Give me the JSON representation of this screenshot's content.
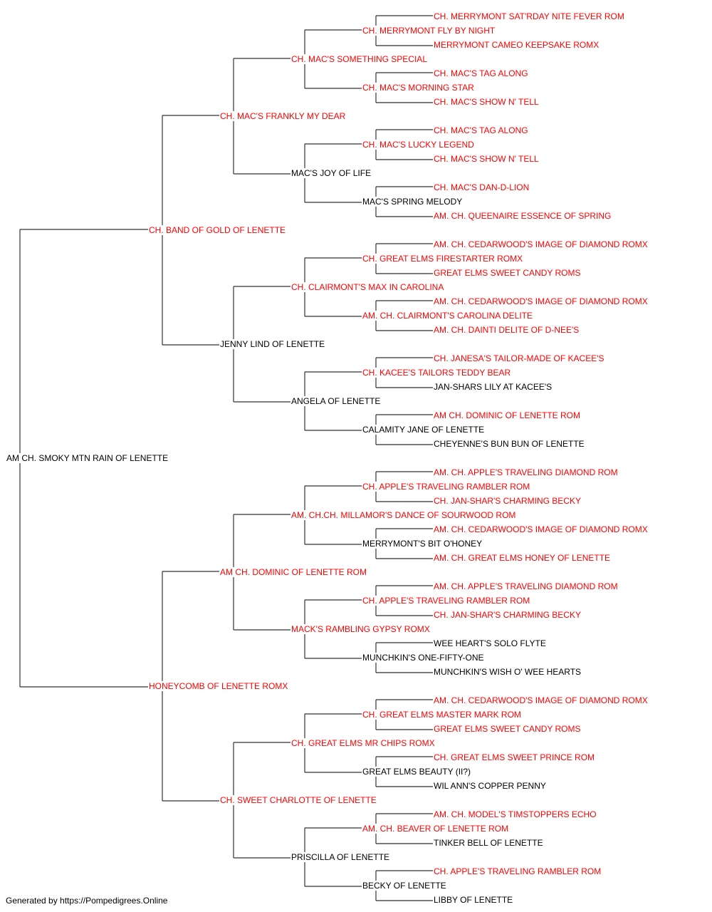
{
  "colors": {
    "champion": "#ff0000",
    "non_champion": "#000000",
    "line": "#333333"
  },
  "footer": "Generated by https://Pompedigrees.Online",
  "dogs": {
    "g0": {
      "name": "AM CH. SMOKY MTN RAIN OF LENETTE",
      "ch": false
    },
    "g1_0": {
      "name": "CH. BAND OF GOLD OF LENETTE",
      "ch": true
    },
    "g1_1": {
      "name": "HONEYCOMB OF LENETTE ROMX",
      "ch": true
    },
    "g2_0": {
      "name": "CH. MAC'S FRANKLY MY DEAR",
      "ch": true
    },
    "g2_1": {
      "name": "JENNY LIND OF LENETTE",
      "ch": false
    },
    "g2_2": {
      "name": "AM CH. DOMINIC OF LENETTE ROM",
      "ch": true
    },
    "g2_3": {
      "name": "CH. SWEET CHARLOTTE OF LENETTE",
      "ch": true
    },
    "g3_0": {
      "name": "CH. MAC'S SOMETHING SPECIAL",
      "ch": true
    },
    "g3_1": {
      "name": "MAC'S JOY OF LIFE",
      "ch": false
    },
    "g3_2": {
      "name": "CH. CLAIRMONT'S MAX IN CAROLINA",
      "ch": true
    },
    "g3_3": {
      "name": "ANGELA OF LENETTE",
      "ch": false
    },
    "g3_4": {
      "name": "AM. CH.CH. MILLAMOR'S DANCE OF SOURWOOD ROM",
      "ch": true
    },
    "g3_5": {
      "name": "MACK'S RAMBLING GYPSY ROMX",
      "ch": true
    },
    "g3_6": {
      "name": "CH. GREAT ELMS MR CHIPS ROMX",
      "ch": true
    },
    "g3_7": {
      "name": "PRISCILLA OF LENETTE",
      "ch": false
    },
    "g4_0": {
      "name": "CH. MERRYMONT FLY BY NIGHT",
      "ch": true
    },
    "g4_1": {
      "name": "CH. MAC'S MORNING STAR",
      "ch": true
    },
    "g4_2": {
      "name": "CH. MAC'S LUCKY LEGEND",
      "ch": true
    },
    "g4_3": {
      "name": "MAC'S SPRING MELODY",
      "ch": false
    },
    "g4_4": {
      "name": "CH. GREAT ELMS FIRESTARTER ROMX",
      "ch": true
    },
    "g4_5": {
      "name": "AM. CH. CLAIRMONT'S CAROLINA DELITE",
      "ch": true
    },
    "g4_6": {
      "name": "CH. KACEE'S TAILORS TEDDY BEAR",
      "ch": true
    },
    "g4_7": {
      "name": "CALAMITY JANE OF LENETTE",
      "ch": false
    },
    "g4_8": {
      "name": "CH. APPLE'S TRAVELING RAMBLER ROM",
      "ch": true
    },
    "g4_9": {
      "name": "MERRYMONT'S BIT O'HONEY",
      "ch": false
    },
    "g4_10": {
      "name": "CH. APPLE'S TRAVELING RAMBLER ROM",
      "ch": true
    },
    "g4_11": {
      "name": "MUNCHKIN'S ONE-FIFTY-ONE",
      "ch": false
    },
    "g4_12": {
      "name": "CH. GREAT ELMS MASTER MARK ROM",
      "ch": true
    },
    "g4_13": {
      "name": "GREAT ELMS BEAUTY (II?)",
      "ch": false
    },
    "g4_14": {
      "name": "AM. CH. BEAVER OF LENETTE ROM",
      "ch": true
    },
    "g4_15": {
      "name": "BECKY OF LENETTE",
      "ch": false
    },
    "g5_0": {
      "name": "CH. MERRYMONT SAT'RDAY NITE FEVER ROM",
      "ch": true
    },
    "g5_1": {
      "name": "MERRYMONT CAMEO KEEPSAKE ROMX",
      "ch": true
    },
    "g5_2": {
      "name": "CH. MAC'S TAG ALONG",
      "ch": true
    },
    "g5_3": {
      "name": "CH. MAC'S SHOW N' TELL",
      "ch": true
    },
    "g5_4": {
      "name": "CH. MAC'S TAG ALONG",
      "ch": true
    },
    "g5_5": {
      "name": "CH. MAC'S SHOW N' TELL",
      "ch": true
    },
    "g5_6": {
      "name": "CH. MAC'S DAN-D-LION",
      "ch": true
    },
    "g5_7": {
      "name": "AM. CH. QUEENAIRE ESSENCE OF SPRING",
      "ch": true
    },
    "g5_8": {
      "name": "AM. CH. CEDARWOOD'S IMAGE OF DIAMOND ROMX",
      "ch": true
    },
    "g5_9": {
      "name": "GREAT ELMS SWEET CANDY ROMS",
      "ch": true
    },
    "g5_10": {
      "name": "AM. CH. CEDARWOOD'S IMAGE OF DIAMOND ROMX",
      "ch": true
    },
    "g5_11": {
      "name": "AM. CH. DAINTI DELITE OF D-NEE'S",
      "ch": true
    },
    "g5_12": {
      "name": "CH. JANESA'S TAILOR-MADE OF KACEE'S",
      "ch": true
    },
    "g5_13": {
      "name": "JAN-SHARS LILY AT KACEE'S",
      "ch": false
    },
    "g5_14": {
      "name": "AM CH. DOMINIC OF LENETTE ROM",
      "ch": true
    },
    "g5_15": {
      "name": "CHEYENNE'S BUN BUN OF LENETTE",
      "ch": false
    },
    "g5_16": {
      "name": "AM. CH. APPLE'S TRAVELING DIAMOND ROM",
      "ch": true
    },
    "g5_17": {
      "name": "CH. JAN-SHAR'S CHARMING BECKY",
      "ch": true
    },
    "g5_18": {
      "name": "AM. CH. CEDARWOOD'S IMAGE OF DIAMOND ROMX",
      "ch": true
    },
    "g5_19": {
      "name": "AM. CH. GREAT ELMS HONEY OF LENETTE",
      "ch": true
    },
    "g5_20": {
      "name": "AM. CH. APPLE'S TRAVELING DIAMOND ROM",
      "ch": true
    },
    "g5_21": {
      "name": "CH. JAN-SHAR'S CHARMING BECKY",
      "ch": true
    },
    "g5_22": {
      "name": "WEE HEART'S SOLO FLYTE",
      "ch": false
    },
    "g5_23": {
      "name": "MUNCHKIN'S WISH O' WEE HEARTS",
      "ch": false
    },
    "g5_24": {
      "name": "AM. CH. CEDARWOOD'S IMAGE OF DIAMOND ROMX",
      "ch": true
    },
    "g5_25": {
      "name": "GREAT ELMS SWEET CANDY ROMS",
      "ch": true
    },
    "g5_26": {
      "name": "CH. GREAT ELMS SWEET PRINCE ROM",
      "ch": true
    },
    "g5_27": {
      "name": "WIL ANN'S COPPER PENNY",
      "ch": false
    },
    "g5_28": {
      "name": "AM. CH. MODEL'S TIMSTOPPERS ECHO",
      "ch": true
    },
    "g5_29": {
      "name": "TINKER BELL OF LENETTE",
      "ch": false
    },
    "g5_30": {
      "name": "CH. APPLE'S TRAVELING RAMBLER ROM",
      "ch": true
    },
    "g5_31": {
      "name": "LIBBY OF LENETTE",
      "ch": false
    }
  }
}
